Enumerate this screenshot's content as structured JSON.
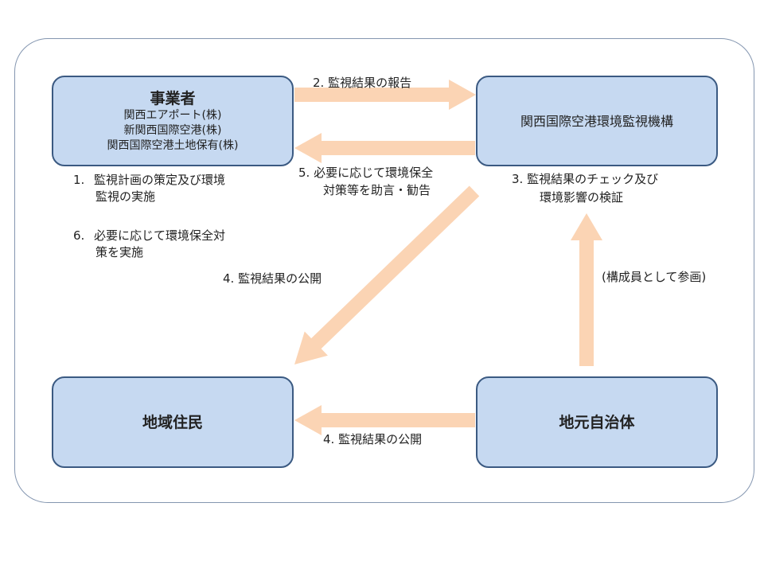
{
  "colors": {
    "box_fill": "#c6d9f1",
    "box_border": "#3b5a82",
    "arrow": "#fbd4b4",
    "frame": "#8496b0"
  },
  "operators": {
    "title": "事業者",
    "members": [
      "関西エアポート(株)",
      "新関西国際空港(株)",
      "関西国際空港土地保有(株)"
    ]
  },
  "monitor_org": {
    "title": "関西国際空港環境監視機構"
  },
  "residents": {
    "title": "地域住民"
  },
  "local_gov": {
    "title": "地元自治体"
  },
  "labels": {
    "step1_num": "1.",
    "step1_line1": "監視計画の策定及び環境",
    "step1_line2": "監視の実施",
    "step6_num": "6.",
    "step6_line1": "必要に応じて環境保全対",
    "step6_line2": "策を実施",
    "step2": "2. 監視結果の報告",
    "step5_line1": "5. 必要に応じて環境保全",
    "step5_line2": "対策等を助言・勧告",
    "step3_line1": "3. 監視結果のチェック及び",
    "step3_line2": "環境影響の検証",
    "step4_diag": "4. 監視結果の公開",
    "step4_bottom": "4. 監視結果の公開",
    "participation": "(構成員として参画)"
  }
}
